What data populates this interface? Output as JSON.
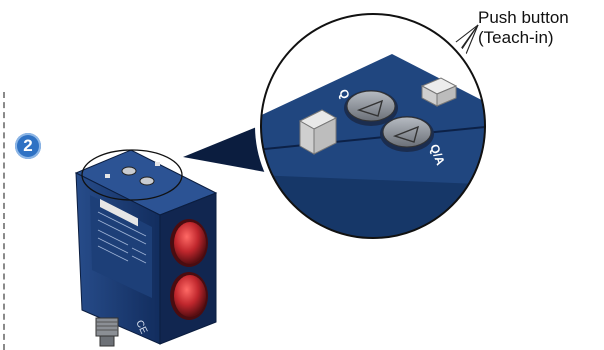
{
  "callout": {
    "line1": "Push button",
    "line2": "(Teach-in)"
  },
  "step_badge": "2",
  "zoom_labels": {
    "button_q": "Q",
    "button_qa": "Q/A"
  },
  "colors": {
    "housing": "#17366a",
    "housing_dark": "#0f2752",
    "lens": "#c0272d",
    "badge": "#2f72c4",
    "button": "#8d9299"
  },
  "icons": [
    "push-button-icon",
    "connector-icon",
    "ce-mark-icon"
  ]
}
